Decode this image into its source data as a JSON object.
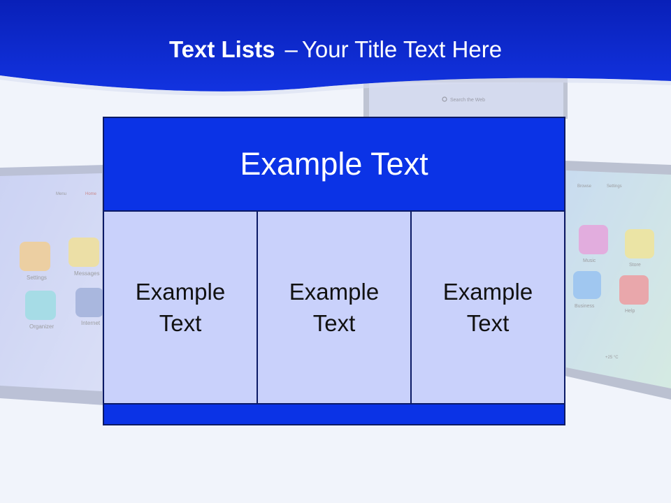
{
  "slide": {
    "title_bold": "Text Lists",
    "title_sep": "–",
    "title_rest": "Your Title Text Here"
  },
  "table": {
    "header": "Example Text",
    "cells": [
      [
        "Example",
        "Text"
      ],
      [
        "Example",
        "Text"
      ],
      [
        "Example",
        "Text"
      ]
    ]
  },
  "background": {
    "left_tablet_apps": [
      "Settings",
      "Messages",
      "Organizer",
      "Internet"
    ],
    "left_tablet_tabs": [
      "Menu",
      "Home"
    ],
    "right_tablet_apps": [
      "Music",
      "Store",
      "Business",
      "Help"
    ],
    "right_tablet_tabs": [
      "Browse",
      "Settings"
    ],
    "center_tablet_search": "Search the Web",
    "right_tablet_status": "+25 °C",
    "icons": [
      "gear-icon",
      "envelope-icon",
      "check-icon",
      "globe-icon",
      "music-note-icon",
      "cart-icon",
      "percent-icon",
      "info-icon",
      "search-icon"
    ]
  },
  "colors": {
    "banner": "#0b2bd6",
    "header_fill": "#0b33e6",
    "cell_fill": "#c9d1fb",
    "border": "#0b1a66"
  }
}
